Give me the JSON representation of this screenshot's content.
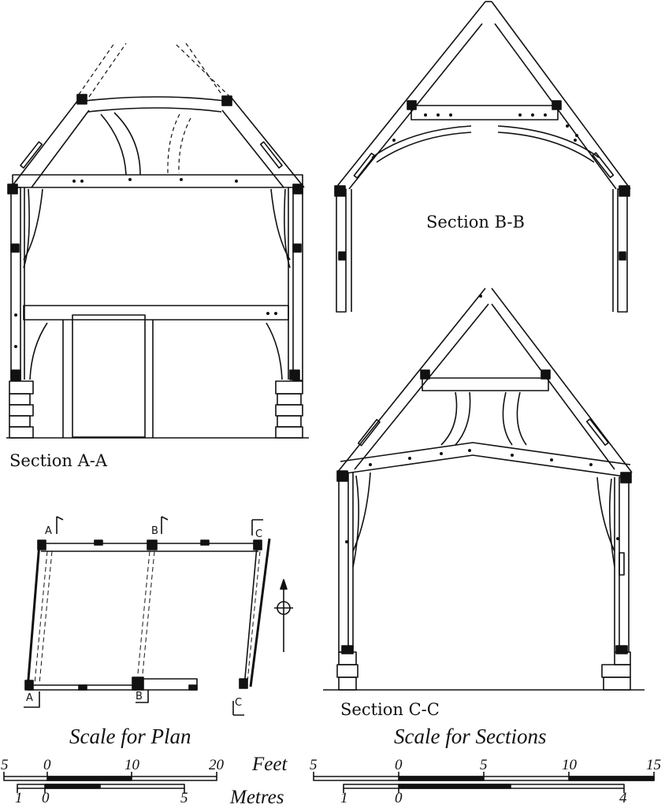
{
  "sections": {
    "a": "Section A-A",
    "b": "Section B-B",
    "c": "Section C-C"
  },
  "plan_marks": {
    "a_top": "A",
    "b_top": "B",
    "c_top": "C",
    "a_bottom": "A",
    "b_bottom": "B",
    "c_bottom": "C"
  },
  "scale_plan": {
    "title": "Scale for Plan",
    "feet_ticks": [
      "5",
      "0",
      "10",
      "20"
    ],
    "metre_ticks": [
      "1",
      "0",
      "5"
    ]
  },
  "scale_sections": {
    "title": "Scale for Sections",
    "feet_ticks": [
      "5",
      "0",
      "5",
      "10",
      "15"
    ],
    "metre_ticks": [
      "1",
      "0",
      "4"
    ]
  },
  "units": {
    "feet": "Feet",
    "metres": "Metres"
  },
  "colors": {
    "ink": "#111111",
    "paper": "#ffffff"
  }
}
